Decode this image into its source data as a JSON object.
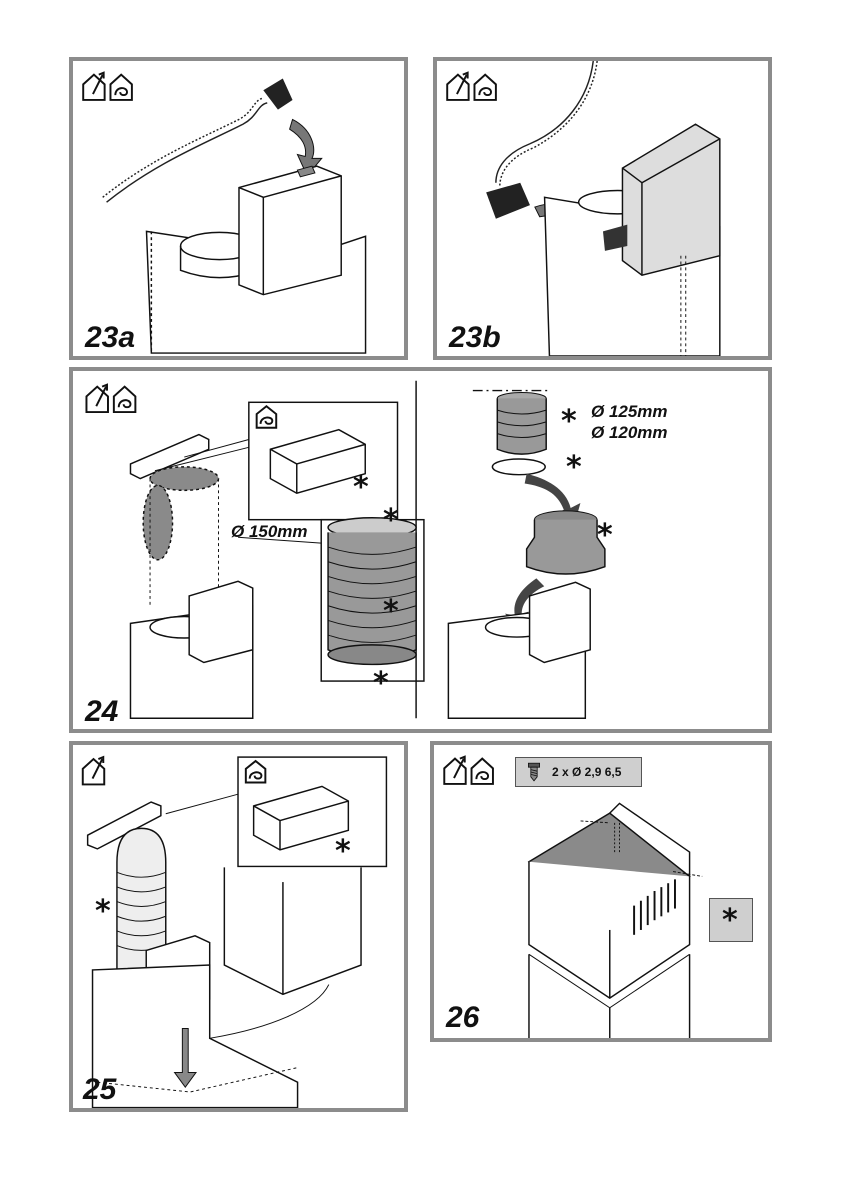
{
  "panels": {
    "p23a": {
      "step": "23a"
    },
    "p23b": {
      "step": "23b"
    },
    "p24": {
      "step": "24",
      "diameter_left": "Ø 150mm",
      "diameter_right_1": "Ø 125mm",
      "diameter_right_2": "Ø 120mm"
    },
    "p25": {
      "step": "25"
    },
    "p26": {
      "step": "26",
      "screws": "2 x  Ø 2,9 6,5"
    }
  },
  "symbols": {
    "asterisk": "*"
  },
  "icons": [
    "ducted-extraction-icon",
    "recirculation-icon",
    "screw-icon"
  ],
  "colors": {
    "frame": "#8c8c8c",
    "shaded": "#8a8a8a",
    "label_box": "#cfcfcf"
  }
}
